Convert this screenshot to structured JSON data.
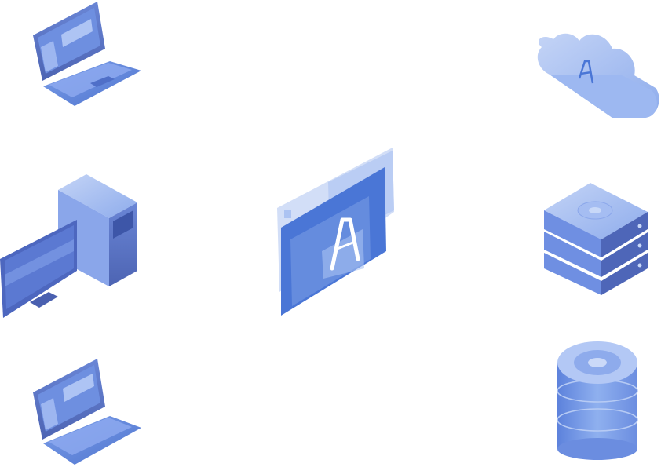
{
  "diagram": {
    "logo_letter": "A",
    "center": {
      "name": "backup-console"
    },
    "sources": [
      "laptop",
      "desktop-workstation",
      "laptop"
    ],
    "destinations": [
      "cloud-storage",
      "server-storage",
      "database"
    ]
  },
  "colors": {
    "primary": "#3f6fd8",
    "light": "#a9c0f0",
    "pale": "#d6e1f8",
    "dark": "#4a5fa8"
  }
}
